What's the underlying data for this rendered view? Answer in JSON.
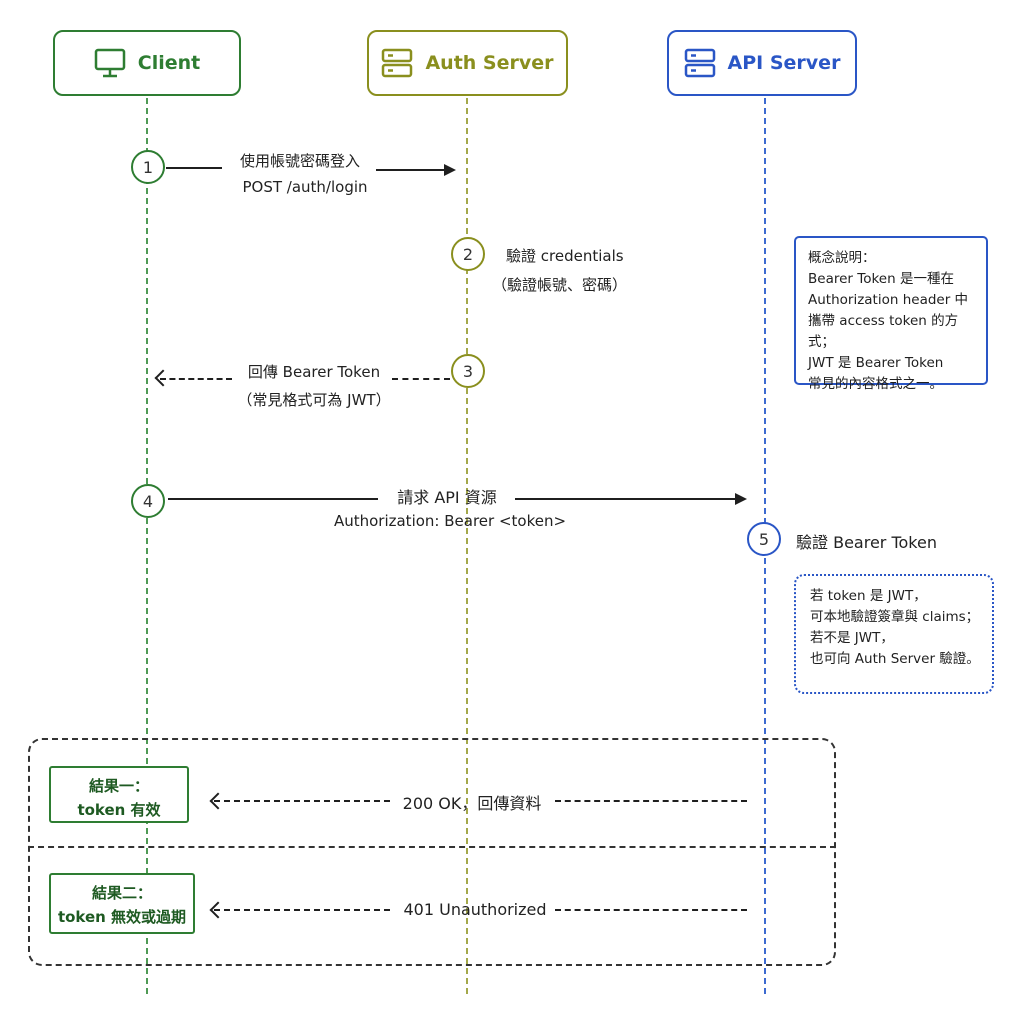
{
  "actors": {
    "client": {
      "label": "Client",
      "icon": "monitor-icon",
      "color": "#2e7d32"
    },
    "auth": {
      "label": "Auth Server",
      "icon": "server-icon",
      "color": "#8a8f1e"
    },
    "api": {
      "label": "API Server",
      "icon": "server-icon",
      "color": "#2a56c6"
    }
  },
  "steps": [
    {
      "num": "1",
      "line1": "使用帳號密碼登入",
      "line2": "POST /auth/login"
    },
    {
      "num": "2",
      "line1": "驗證 credentials",
      "line2": "（驗證帳號、密碼）"
    },
    {
      "num": "3",
      "line1": "回傳 Bearer Token",
      "line2": "（常見格式可為 JWT）"
    },
    {
      "num": "4",
      "line1": "請求 API 資源",
      "line2": "Authorization: Bearer <token>"
    },
    {
      "num": "5",
      "line1": "驗證 Bearer Token"
    }
  ],
  "concept_note": {
    "lines": [
      "概念說明：",
      "Bearer Token 是一種在",
      "Authorization header 中",
      "攜帶 access token 的方式；",
      "JWT 是 Bearer Token",
      "常見的內容格式之一。"
    ]
  },
  "jwt_note": {
    "lines": [
      "若 token 是 JWT，",
      "可本地驗證簽章與 claims；",
      "若不是 JWT，",
      "也可向 Auth Server 驗證。"
    ]
  },
  "results": [
    {
      "line1": "結果一：",
      "line2": "token 有效",
      "response": "200 OK，回傳資料"
    },
    {
      "line1": "結果二：",
      "line2": "token 無效或過期",
      "response": "401 Unauthorized"
    }
  ]
}
